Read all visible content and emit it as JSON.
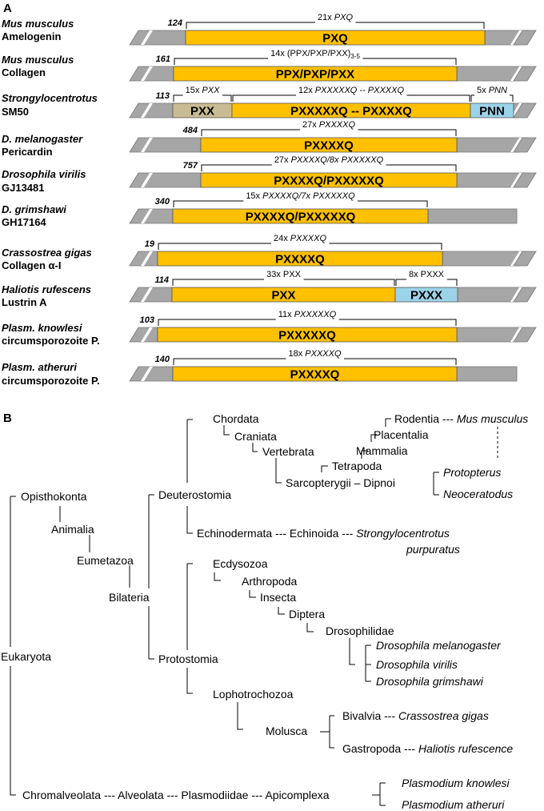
{
  "panels": {
    "a": "A",
    "b": "B"
  },
  "panel_a": {
    "rows": [
      {
        "name_line1": "Mus musculus",
        "name_line1_italic": true,
        "name_line2": "Amelogenin",
        "name_line2_italic": false,
        "start": "124",
        "has_right_end": true,
        "segments": [
          {
            "count": "21x PXQ",
            "count_italic": true,
            "motif": "PXQ",
            "color": "#FFC000"
          }
        ]
      },
      {
        "name_line1": "Mus musculus",
        "name_line1_italic": true,
        "name_line2": "Collagen",
        "name_line2_italic": false,
        "start": "161",
        "has_right_end": true,
        "segments": [
          {
            "count": "14x (PPX/PXP/PXX)",
            "count_sub": "3-5",
            "count_italic": false,
            "motif": "PPX/PXP/PXX",
            "color": "#FFC000"
          }
        ]
      },
      {
        "name_line1": "Strongylocentrotus",
        "name_line1_italic": true,
        "name_line2": "SM50",
        "name_line2_italic": false,
        "start": "113",
        "has_right_end": true,
        "segments": [
          {
            "count": "15x PXX",
            "count_italic": true,
            "motif": "PXX",
            "color": "#C9BC94"
          },
          {
            "count": "12x PXXXXXQ -- PXXXXQ",
            "count_italic": true,
            "motif": "PXXXXXQ -- PXXXXQ",
            "color": "#FFC000"
          },
          {
            "count": "5x PNN",
            "count_italic": true,
            "motif": "PNN",
            "color": "#9DD3E8"
          }
        ]
      },
      {
        "name_line1": "D. melanogaster",
        "name_line1_italic": true,
        "name_line2": "Pericardin",
        "name_line2_italic": false,
        "start": "484",
        "has_right_end": true,
        "segments": [
          {
            "count": "27x PXXXXQ",
            "count_italic": true,
            "motif": "PXXXXQ",
            "color": "#FFC000"
          }
        ]
      },
      {
        "name_line1": "Drosophila virilis",
        "name_line1_italic": true,
        "name_line2": "GJ13481",
        "name_line2_italic": false,
        "start": "757",
        "has_right_end": true,
        "segments": [
          {
            "count": "27x PXXXXQ/8x PXXXXXQ",
            "count_italic": true,
            "motif": "PXXXXQ/PXXXXXQ",
            "color": "#FFC000"
          }
        ]
      },
      {
        "name_line1": "D. grimshawi",
        "name_line1_italic": true,
        "name_line2": "GH17164",
        "name_line2_italic": false,
        "start": "340",
        "has_right_end": false,
        "segments": [
          {
            "count": "15x PXXXXQ/7x PXXXXXQ",
            "count_italic": true,
            "motif": "PXXXXQ/PXXXXXQ",
            "color": "#FFC000"
          }
        ]
      },
      {
        "name_line1": "Crassostrea  gigas",
        "name_line1_italic": true,
        "name_line2": "Collagen α-I",
        "name_line2_italic": false,
        "start": "19",
        "has_right_end": true,
        "segments": [
          {
            "count": "24x PXXXXQ",
            "count_italic": true,
            "motif": "PXXXXQ",
            "color": "#FFC000"
          }
        ]
      },
      {
        "name_line1": "Haliotis rufescens",
        "name_line1_italic": true,
        "name_line2": "Lustrin A",
        "name_line2_italic": false,
        "start": "114",
        "has_right_end": true,
        "segments": [
          {
            "count": "33x PXX",
            "count_italic": false,
            "motif": "PXX",
            "color": "#FFC000"
          },
          {
            "count": "8x PXXX",
            "count_italic": false,
            "motif": "PXXX",
            "color": "#9DD3E8"
          }
        ]
      },
      {
        "name_line1": "Plasm. knowlesi",
        "name_line1_italic": true,
        "name_line2": "circumsporozoite P.",
        "name_line2_italic": false,
        "start": "103",
        "has_right_end": true,
        "segments": [
          {
            "count": "11x PXXXXXQ",
            "count_italic": true,
            "motif": "PXXXXXQ",
            "color": "#FFC000"
          }
        ]
      },
      {
        "name_line1": "Plasm. atheruri",
        "name_line1_italic": true,
        "name_line2": "circumsporozoite P.",
        "name_line2_italic": false,
        "start": "140",
        "has_right_end": false,
        "segments": [
          {
            "count": "18x PXXXXQ",
            "count_italic": true,
            "motif": "PXXXXQ",
            "color": "#FFC000"
          }
        ]
      }
    ]
  },
  "panel_b": {
    "taxa": {
      "eukaryota": "Eukaryota",
      "opisthokonta": "Opisthokonta",
      "animalia": "Animalia",
      "eumetazoa": "Eumetazoa",
      "bilateria": "Bilateria",
      "deuterostomia": "Deuterostomia",
      "chordata": "Chordata",
      "craniata": "Craniata",
      "vertebrata": "Vertebrata",
      "sarcopterygii": "Sarcopterygii – Dipnoi",
      "protopterus": "Protopterus",
      "neoceratodus": "Neoceratodus",
      "tetrapoda": "Tetrapoda",
      "mammalia": "Mammalia",
      "placentalia": "Placentalia",
      "rodentia": "Rodentia --- ",
      "mus_musculus": "Mus musculus",
      "echinodermata": "Echinodermata --- Echinoida --- ",
      "strongylocentrotus": "Strongylocentrotus",
      "purpuratus": "purpuratus",
      "protostomia": "Protostomia",
      "ecdysozoa": "Ecdysozoa",
      "arthropoda": "Arthropoda",
      "insecta": "Insecta",
      "diptera": "Diptera",
      "drosophilidae": "Drosophilidae",
      "d_melanogaster": "Drosophila melanogaster",
      "d_virilis": "Drosophila virilis",
      "d_grimshawi": "Drosophila grimshawi",
      "lophotrochozoa": "Lophotrochozoa",
      "molusca": "Molusca",
      "bivalvia": "Bivalvia --- ",
      "crassostrea": "Crassostrea gigas",
      "gastropoda": "Gastropoda --- ",
      "haliotis": "Haliotis rufescence",
      "chromalveolata": "Chromalveolata --- Alveolata --- Plasmodiidae --- Apicomplexa",
      "p_knowlesi": "Plasmodium knowlesi",
      "p_atheruri": "Plasmodium atheruri"
    }
  },
  "colors": {
    "grey_bar": "#A6A6A6",
    "orange": "#FFC000",
    "tan": "#C9BC94",
    "light_blue": "#9DD3E8"
  }
}
